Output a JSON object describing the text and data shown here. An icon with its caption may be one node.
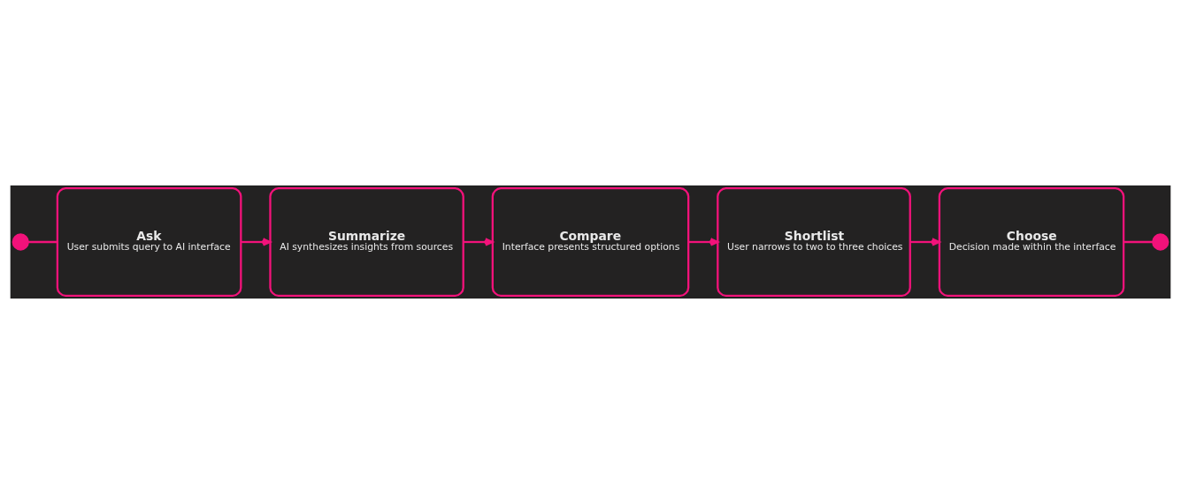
{
  "diagram": {
    "nodes": [
      {
        "text": [],
        "shape": "circle"
      },
      {
        "text": [
          "Ask",
          "User submits query to AI interface"
        ]
      },
      {
        "text": [
          "Summarize",
          "AI synthesizes insights from sources"
        ]
      },
      {
        "text": [
          "Compare",
          "Interface presents structured options"
        ]
      },
      {
        "text": [
          "Shortlist",
          "User narrows to two to three choices"
        ]
      },
      {
        "text": [
          "Choose",
          "Decision made within the interface"
        ]
      },
      {
        "text": [],
        "shape": "circle"
      }
    ],
    "edges": [
      {
        "from": 0,
        "to": 1,
        "arrow": "none"
      },
      {
        "from": 1,
        "to": 2,
        "arrow": "to"
      },
      {
        "from": 2,
        "to": 3,
        "arrow": "to"
      },
      {
        "from": 3,
        "to": 4,
        "arrow": "to"
      },
      {
        "from": 4,
        "to": 5,
        "arrow": "to"
      },
      {
        "from": 5,
        "to": 6,
        "arrow": "none"
      }
    ]
  }
}
